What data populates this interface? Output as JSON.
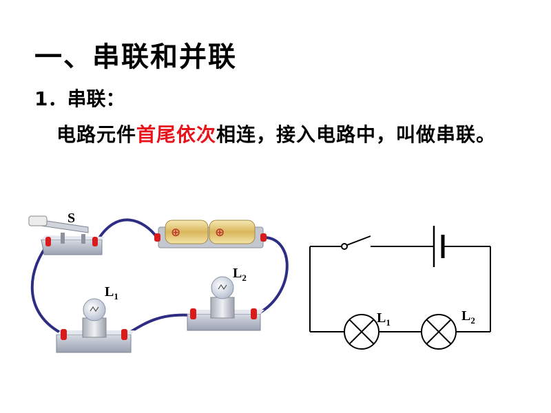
{
  "slide": {
    "title": "一、串联和并联",
    "section_heading": "1．串联：",
    "definition": {
      "before": "电路元件",
      "highlight": "首尾依次",
      "after": "相连，接入电路中，叫做串联。"
    }
  },
  "physical_circuit": {
    "switch_label": "S",
    "lamp1_label": "L",
    "lamp1_sub": "1",
    "lamp2_label": "L",
    "lamp2_sub": "2",
    "battery_symbol": "⊕",
    "wire_color": "#2d2d84",
    "terminal_color": "#d81c1c"
  },
  "schematic": {
    "lamp1_label": "L",
    "lamp1_sub": "1",
    "lamp2_label": "L",
    "lamp2_sub": "2"
  },
  "colors": {
    "highlight": "#e8141c"
  }
}
